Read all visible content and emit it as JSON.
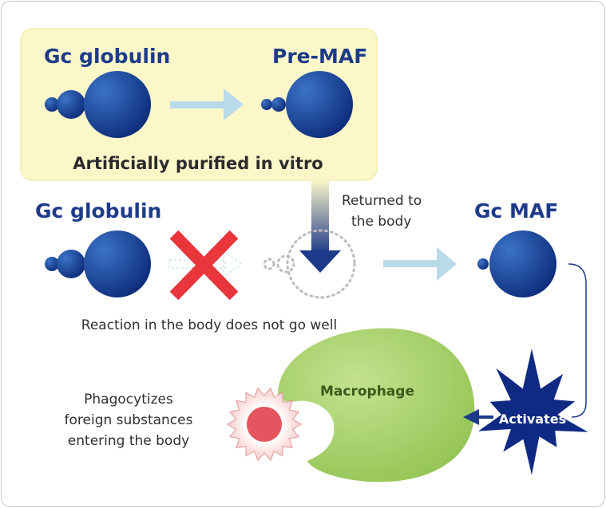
{
  "colors": {
    "panel": "#fbf7c9",
    "panel_border": "#f0e59a",
    "title_blue": "#1e3a8a",
    "sphere_light": "#3b73c7",
    "sphere_dark": "#0c2a78",
    "arrow_light": "#b9dbe9",
    "cross_red": "#e8363c",
    "macrophage_green": "#9bcc5c",
    "macrophage_text": "#3c5a1a",
    "star_navy": "#0f2a82",
    "particle_red": "#e5555f",
    "particle_halo": "#f7c8c8",
    "dotted_gray": "#bdbdbd"
  },
  "top_panel": {
    "left_title": "Gc globulin",
    "right_title": "Pre-MAF",
    "caption": "Artificially purified in vitro"
  },
  "middle": {
    "left_title": "Gc globulin",
    "returned_text_line1": "Returned to",
    "returned_text_line2": "the body",
    "right_title": "Gc MAF",
    "reaction_caption": "Reaction in the body does not go well"
  },
  "bottom": {
    "macrophage_label": "Macrophage",
    "activates_label": "Activates",
    "phago_line1": "Phagocytizes",
    "phago_line2": "foreign substances",
    "phago_line3": "entering the body"
  },
  "icons": {
    "cross": "red-x-mark-icon",
    "arrow": "light-blue-right-arrow-icon",
    "star": "navy-starburst-icon",
    "particle": "foreign-substance-icon"
  }
}
